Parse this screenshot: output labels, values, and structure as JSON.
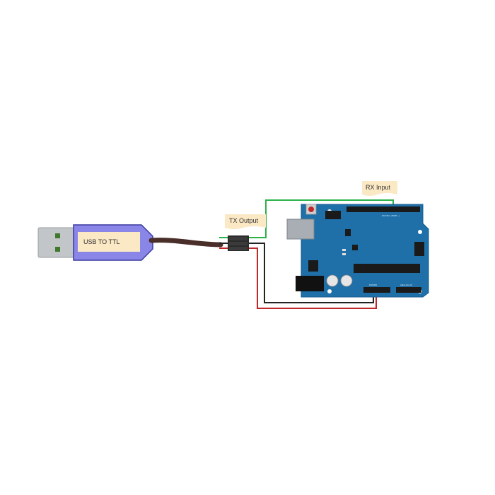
{
  "adapter": {
    "label": "USB TO TTL",
    "body_color": "#8a86e8",
    "border_color": "#3a3aa0",
    "plug_color": "#b9bcbf",
    "label_bg": "#fbe8c4"
  },
  "callouts": {
    "tx": "TX Output",
    "rx": "RX Input",
    "bg": "#fbe8c4"
  },
  "board": {
    "color": "#1f6fa8",
    "silk_text": "DIGITAL (PWM~)",
    "analog_text": "ANALOG IN",
    "power_text": "POWER"
  },
  "wires": {
    "green": "#2bb24a",
    "black": "#222222",
    "red": "#c0282a",
    "cable": "#4a2e2a"
  }
}
